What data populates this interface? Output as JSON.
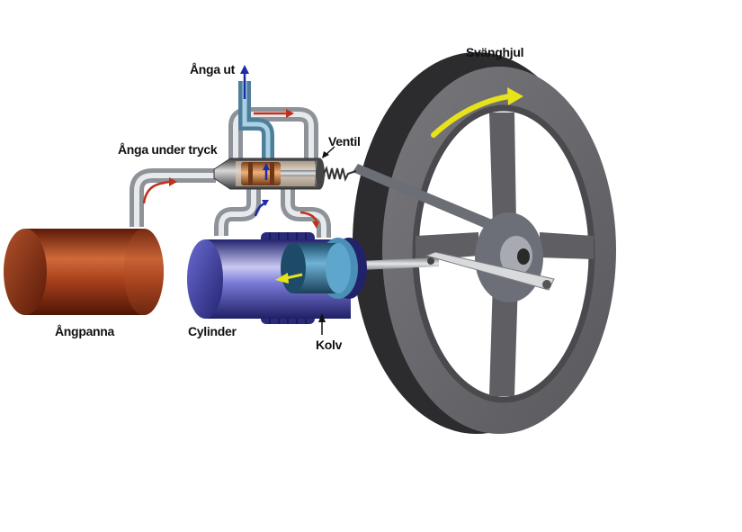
{
  "labels": {
    "exhaust": "Ånga ut",
    "flywheel": "Svänghjul",
    "steam_pressure": "Ånga under tryck",
    "valve": "Ventil",
    "boiler": "Ångpanna",
    "cylinder": "Cylinder",
    "piston": "Kolv"
  },
  "colors": {
    "pipe": "#c9ccd2",
    "boiler": "#8a2a12",
    "cylinder": "#4a4ab8",
    "piston": "#2f6f8f",
    "flywheel": "#5c5c60",
    "valve": "#c27a45",
    "arrow_flow_hot": "#c0301c",
    "arrow_flow_cold": "#1f2aa8",
    "arrow_motion": "#e8e21a"
  }
}
